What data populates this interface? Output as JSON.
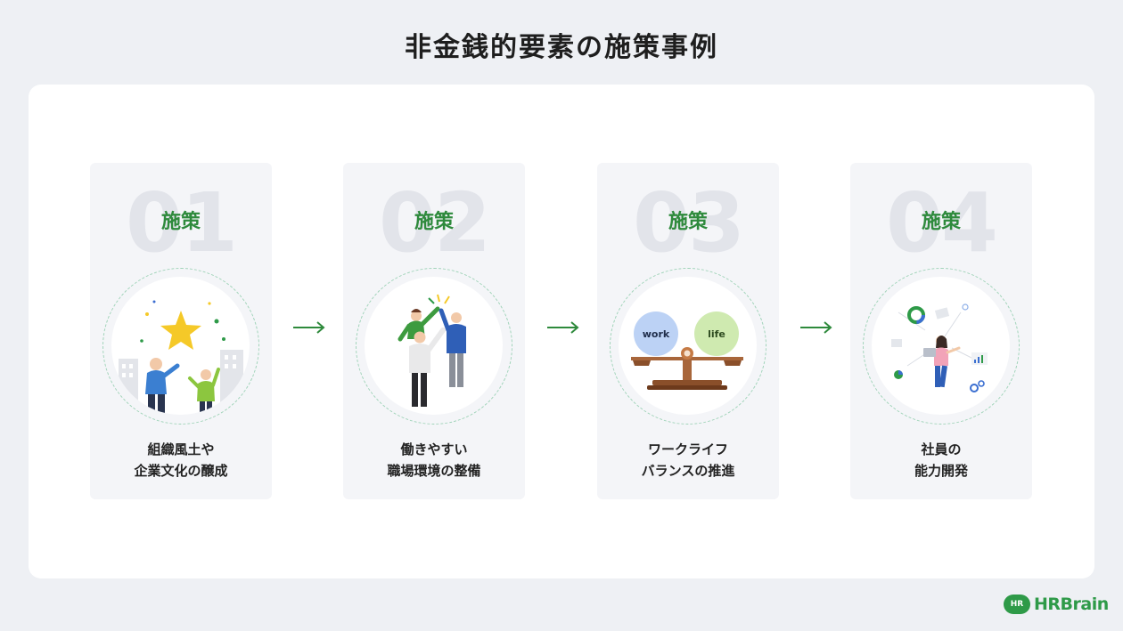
{
  "title": "非金銭的要素の施策事例",
  "cards": [
    {
      "number": "01",
      "label": "施策",
      "caption_line1": "組織風土や",
      "caption_line2": "企業文化の醸成"
    },
    {
      "number": "02",
      "label": "施策",
      "caption_line1": "働きやすい",
      "caption_line2": "職場環境の整備"
    },
    {
      "number": "03",
      "label": "施策",
      "caption_line1": "ワークライフ",
      "caption_line2": "バランスの推進",
      "balance_left": "work",
      "balance_right": "life"
    },
    {
      "number": "04",
      "label": "施策",
      "caption_line1": "社員の",
      "caption_line2": "能力開発"
    }
  ],
  "logo": {
    "badge": "HR",
    "text": "HRBrain"
  },
  "colors": {
    "accent": "#2e8a3c",
    "arrow": "#2e8a3c",
    "card_bg": "#f4f5f8",
    "page_bg": "#eef0f4"
  },
  "icons": [
    "star-celebration-illustration",
    "high-five-illustration",
    "work-life-balance-scale-illustration",
    "data-analysis-illustration",
    "arrow-right-icon"
  ]
}
